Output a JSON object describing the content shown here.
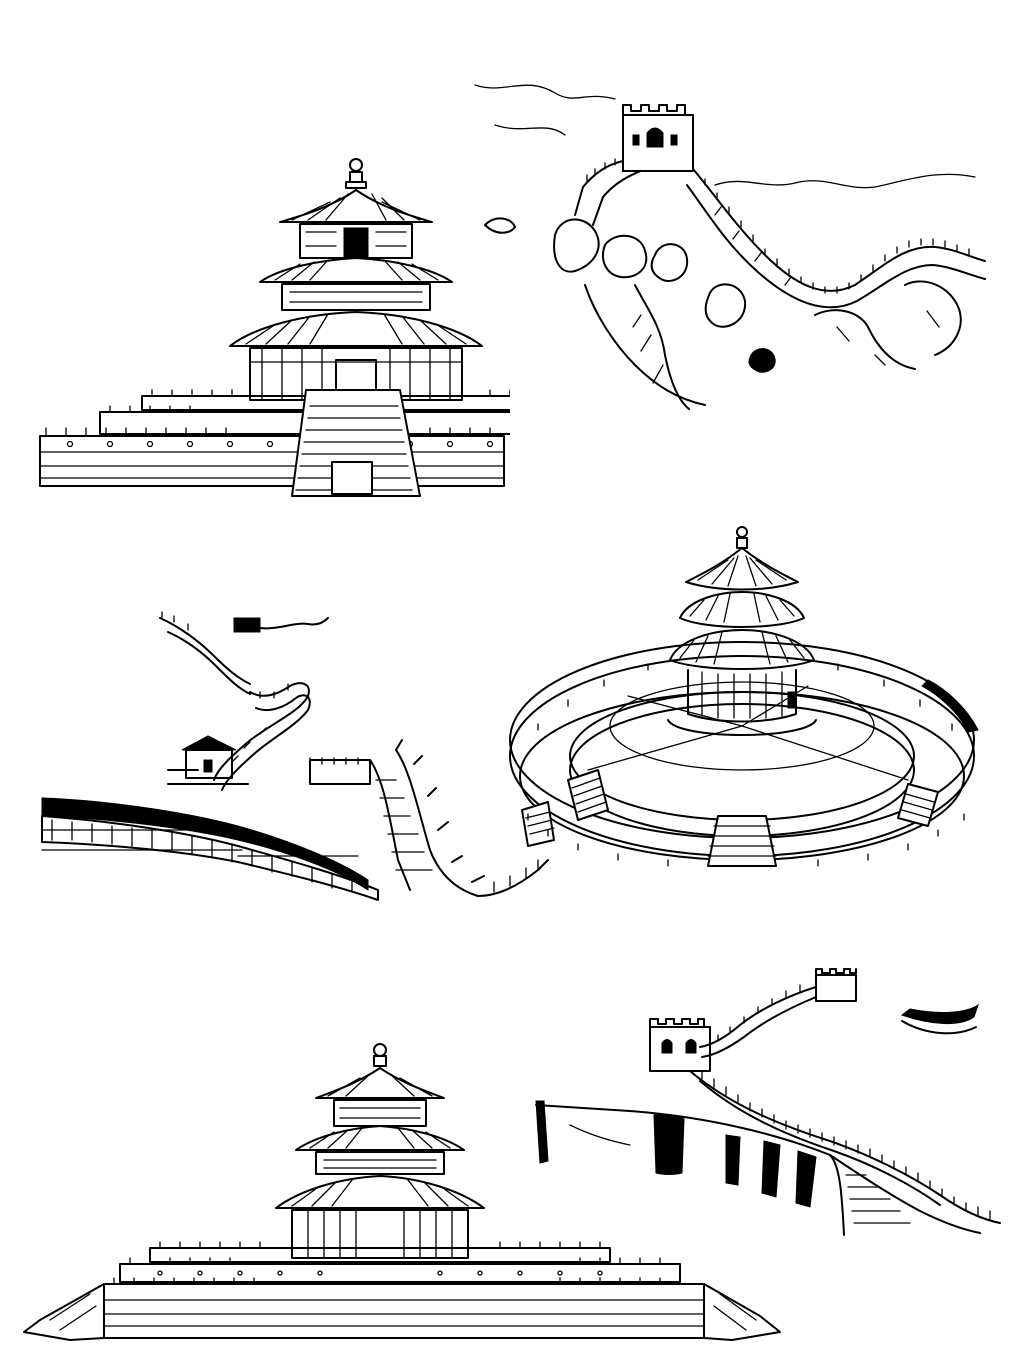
{
  "canvas": {
    "background": "#ffffff",
    "ink": "#000000"
  },
  "illustrations": [
    {
      "id": "temple-of-heaven-front-large",
      "subject": "temple-of-heaven"
    },
    {
      "id": "great-wall-mountains-top",
      "subject": "great-wall"
    },
    {
      "id": "great-wall-winding-middle",
      "subject": "great-wall"
    },
    {
      "id": "temple-of-heaven-aerial-round",
      "subject": "temple-of-heaven"
    },
    {
      "id": "temple-of-heaven-front-bottom",
      "subject": "temple-of-heaven"
    },
    {
      "id": "great-wall-tower-bottom",
      "subject": "great-wall"
    }
  ]
}
